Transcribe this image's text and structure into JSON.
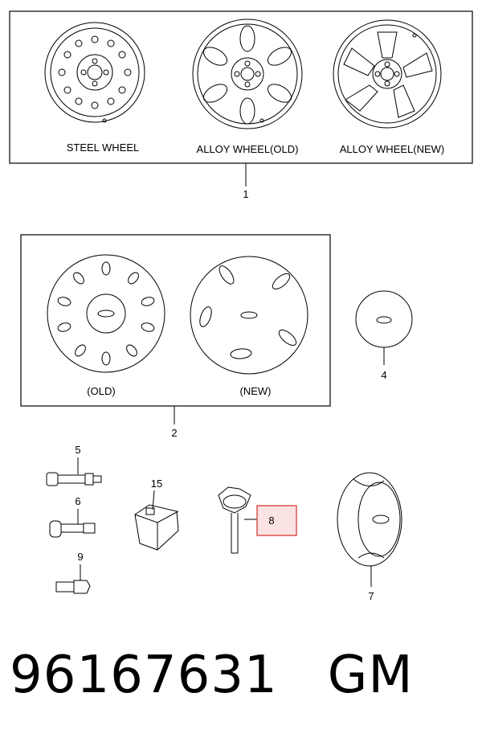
{
  "wheels": {
    "steel_label": "STEEL WHEEL",
    "alloy_old_label": "ALLOY WHEEL(OLD)",
    "alloy_new_label": "ALLOY WHEEL(NEW)"
  },
  "covers": {
    "old_label": "(OLD)",
    "new_label": "(NEW)"
  },
  "callouts": {
    "c1": "1",
    "c2": "2",
    "c4": "4",
    "c5": "5",
    "c6": "6",
    "c7": "7",
    "c8": "8",
    "c9": "9",
    "c15": "15"
  },
  "highlight": {
    "color": "#d9534f",
    "fill": "#fbe3e3"
  },
  "footer": {
    "part_number": "96167631",
    "brand": "GM"
  }
}
